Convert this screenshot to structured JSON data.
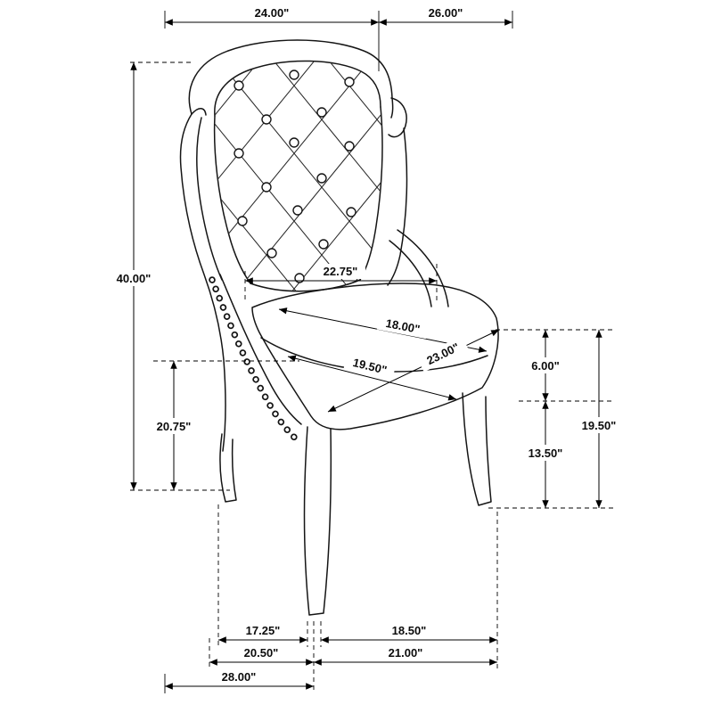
{
  "diagram": {
    "type": "product-dimension-line-drawing",
    "subject": "tufted wingback dining chair",
    "units_style": "inches",
    "colors": {
      "ink": "#151515",
      "dimension_line": "#000000",
      "background": "#ffffff"
    }
  },
  "dims": {
    "top_back_width": "24.00\"",
    "top_side_depth": "26.00\"",
    "overall_height": "40.00\"",
    "arm_height": "20.75\"",
    "back_width": "22.75\"",
    "seat_width": "18.00\"",
    "seat_diagonal": "23.00\"",
    "seat_depth": "19.50\"",
    "cushion_thickness": "6.00\"",
    "front_leg_height": "13.50\"",
    "seat_height": "19.50\"",
    "left_leg_spacing": "17.25\"",
    "front_leg_spacing": "18.50\"",
    "base_depth": "20.50\"",
    "base_width": "21.00\"",
    "overall_depth": "28.00\""
  }
}
